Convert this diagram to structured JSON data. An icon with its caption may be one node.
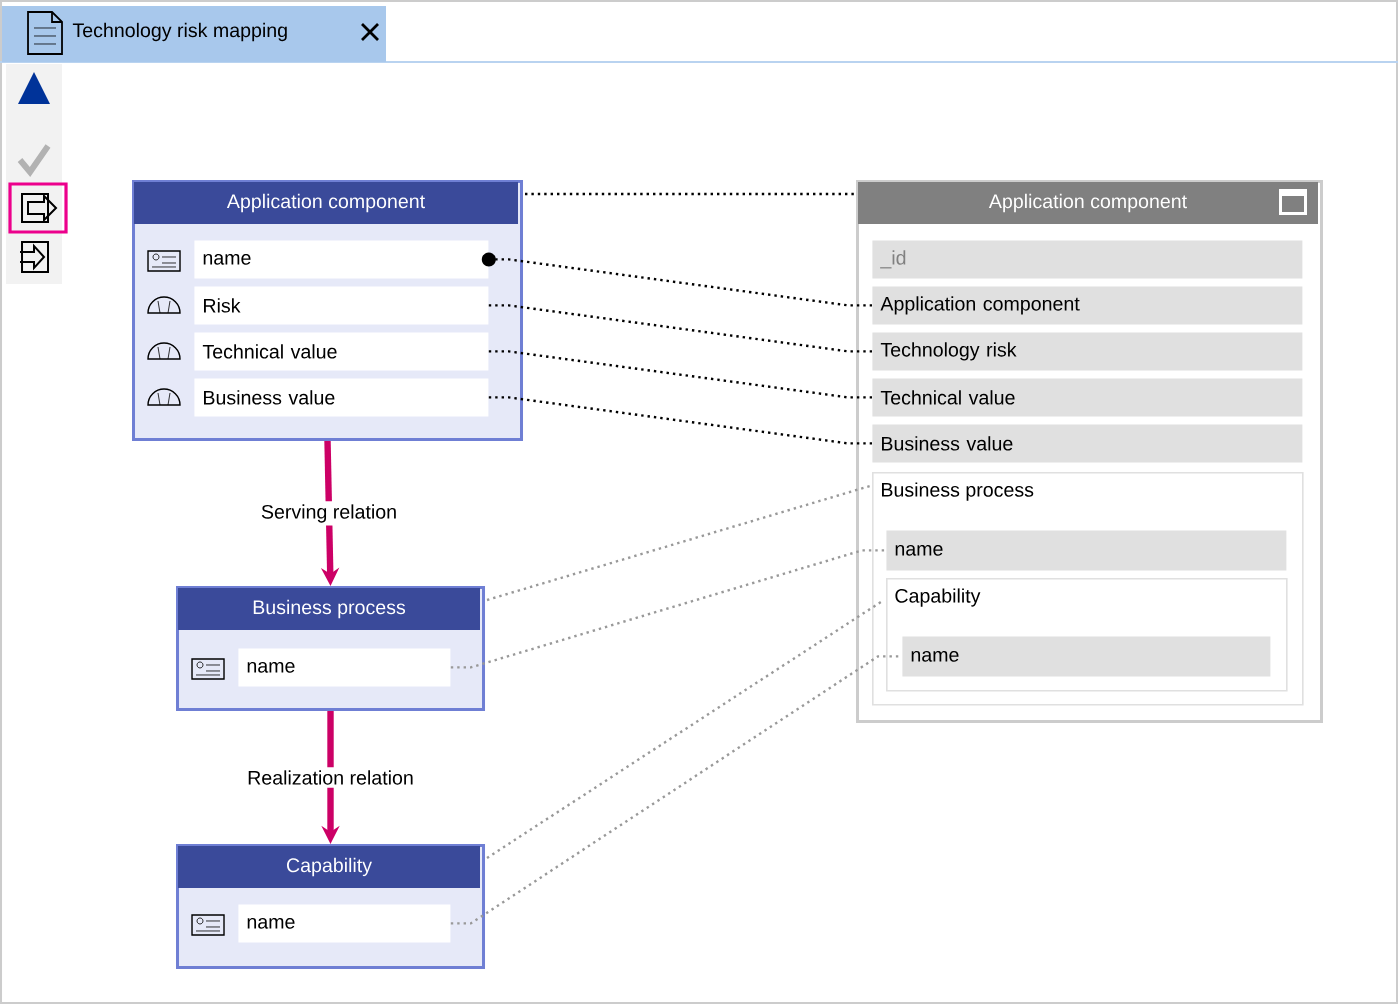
{
  "diagram": {
    "title": "Technology risk mapping",
    "nodes": [
      {
        "text": [
          "Application component"
        ]
      },
      {
        "text": [
          "name"
        ],
        "in": 0
      },
      {
        "text": [
          "Risk"
        ],
        "in": 0
      },
      {
        "text": [
          "Technical value"
        ],
        "in": 0
      },
      {
        "text": [
          "Business value"
        ],
        "in": 0
      },
      {
        "text": [
          "Business process"
        ]
      },
      {
        "text": [
          "name"
        ],
        "in": 5
      },
      {
        "text": [
          "Capability"
        ]
      },
      {
        "text": [
          "name"
        ],
        "in": 7
      },
      {
        "text": [
          "Application component"
        ]
      },
      {
        "text": [
          "_id"
        ],
        "in": 9
      },
      {
        "text": [
          "Application component"
        ],
        "in": 9
      },
      {
        "text": [
          "Technology risk"
        ],
        "in": 9
      },
      {
        "text": [
          "Technical value"
        ],
        "in": 9
      },
      {
        "text": [
          "Business value"
        ],
        "in": 9
      },
      {
        "text": [
          "Business process"
        ],
        "in": 9
      },
      {
        "text": [
          "name"
        ],
        "in": 15
      },
      {
        "text": [
          "Capability"
        ],
        "in": 15
      },
      {
        "text": [
          "name"
        ],
        "in": 17
      }
    ],
    "edges": [
      {
        "from": 0,
        "to": 9,
        "arrow": "none",
        "style": "dashed"
      },
      {
        "from": 1,
        "to": 11,
        "arrow": "other",
        "style": "dashed"
      },
      {
        "from": 2,
        "to": 12,
        "arrow": "none",
        "style": "dashed"
      },
      {
        "from": 3,
        "to": 13,
        "arrow": "none",
        "style": "dashed"
      },
      {
        "from": 4,
        "to": 14,
        "arrow": "none",
        "style": "dashed"
      },
      {
        "from": 5,
        "to": 15,
        "arrow": "none",
        "style": "dashed",
        "color": "#999999"
      },
      {
        "from": 6,
        "to": 16,
        "arrow": "none",
        "style": "dashed",
        "color": "#999999"
      },
      {
        "from": 7,
        "to": 17,
        "arrow": "none",
        "style": "dashed",
        "color": "#999999"
      },
      {
        "from": 8,
        "to": 18,
        "arrow": "none",
        "style": "dashed",
        "color": "#999999"
      },
      {
        "from": 0,
        "to": 5,
        "arrow": "to",
        "label": "Serving relation",
        "style": "thick",
        "color": "#cc0066"
      },
      {
        "from": 5,
        "to": 7,
        "arrow": "to",
        "label": "Realization relation",
        "style": "thick",
        "color": "#cc0066"
      }
    ]
  }
}
